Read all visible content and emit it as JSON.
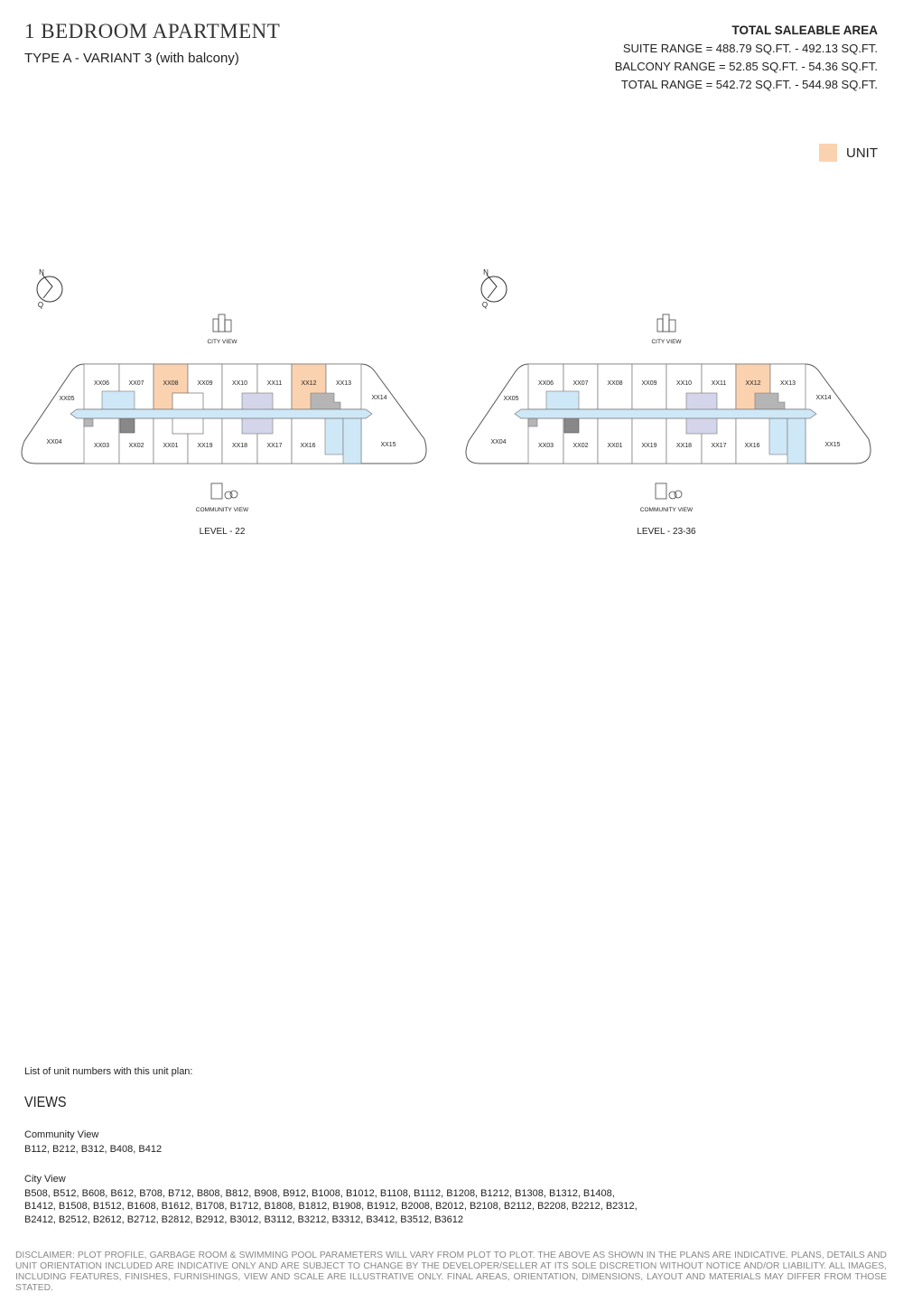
{
  "header": {
    "title": "1 BEDROOM APARTMENT",
    "subtitle": "TYPE A - VARIANT 3 (with balcony)"
  },
  "area": {
    "heading": "TOTAL SALEABLE AREA",
    "suite": "SUITE RANGE = 488.79 SQ.FT. - 492.13 SQ.FT.",
    "balcony": "BALCONY RANGE = 52.85 SQ.FT. - 54.36 SQ.FT.",
    "total": "TOTAL RANGE = 542.72 SQ.FT. - 544.98 SQ.FT."
  },
  "legend": {
    "label": "UNIT",
    "color": "#fbd2b0"
  },
  "plans": [
    {
      "level": "LEVEL - 22",
      "city_view": "CITY VIEW",
      "community_view": "COMMUNITY VIEW",
      "compass": [
        "N",
        "Q"
      ],
      "highlighted": [
        "XX08",
        "XX12"
      ]
    },
    {
      "level": "LEVEL - 23-36",
      "city_view": "CITY VIEW",
      "community_view": "COMMUNITY VIEW",
      "compass": [
        "N",
        "Q"
      ],
      "highlighted": [
        "XX12"
      ]
    }
  ],
  "units": {
    "top": [
      "XX06",
      "XX07",
      "XX08",
      "XX09",
      "XX10",
      "XX11",
      "XX12",
      "XX13"
    ],
    "bottom": [
      "XX03",
      "XX02",
      "XX01",
      "XX19",
      "XX18",
      "XX17",
      "XX16"
    ],
    "ends": [
      "XX05",
      "XX14",
      "XX04",
      "XX15"
    ]
  },
  "colors": {
    "highlight": "#fbd2b0",
    "corridor": "#cfe8f7",
    "lift": "#d4d4ea",
    "garbage": "#b5b5b5"
  },
  "list": {
    "intro": "List of unit numbers with this unit plan:",
    "heading": "VIEWS",
    "community_label": "Community View",
    "community_units": "B112, B212, B312, B408, B412",
    "city_label": "City View",
    "city_units_1": "B508, B512, B608, B612, B708, B712, B808, B812, B908, B912, B1008, B1012, B1108, B1112, B1208, B1212, B1308, B1312, B1408,",
    "city_units_2": "B1412, B1508, B1512, B1608, B1612, B1708, B1712, B1808, B1812, B1908, B1912, B2008, B2012, B2108, B2112, B2208, B2212, B2312,",
    "city_units_3": "B2412, B2512, B2612, B2712, B2812, B2912, B3012, B3112, B3212, B3312, B3412, B3512, B3612"
  },
  "disclaimer": "DISCLAIMER: PLOT PROFILE, GARBAGE ROOM & SWIMMING POOL PARAMETERS WILL VARY FROM PLOT TO PLOT. THE ABOVE AS SHOWN IN THE PLANS ARE INDICATIVE. PLANS, DETAILS AND UNIT ORIENTATION INCLUDED ARE INDICATIVE ONLY AND ARE SUBJECT TO CHANGE BY THE DEVELOPER/SELLER AT ITS SOLE DISCRETION WITHOUT NOTICE AND/OR LIABILITY. ALL IMAGES, INCLUDING FEATURES, FINISHES, FURNISHINGS, VIEW AND SCALE ARE ILLUSTRATIVE ONLY. FINAL AREAS, ORIENTATION, DIMENSIONS, LAYOUT AND MATERIALS MAY DIFFER FROM THOSE STATED."
}
